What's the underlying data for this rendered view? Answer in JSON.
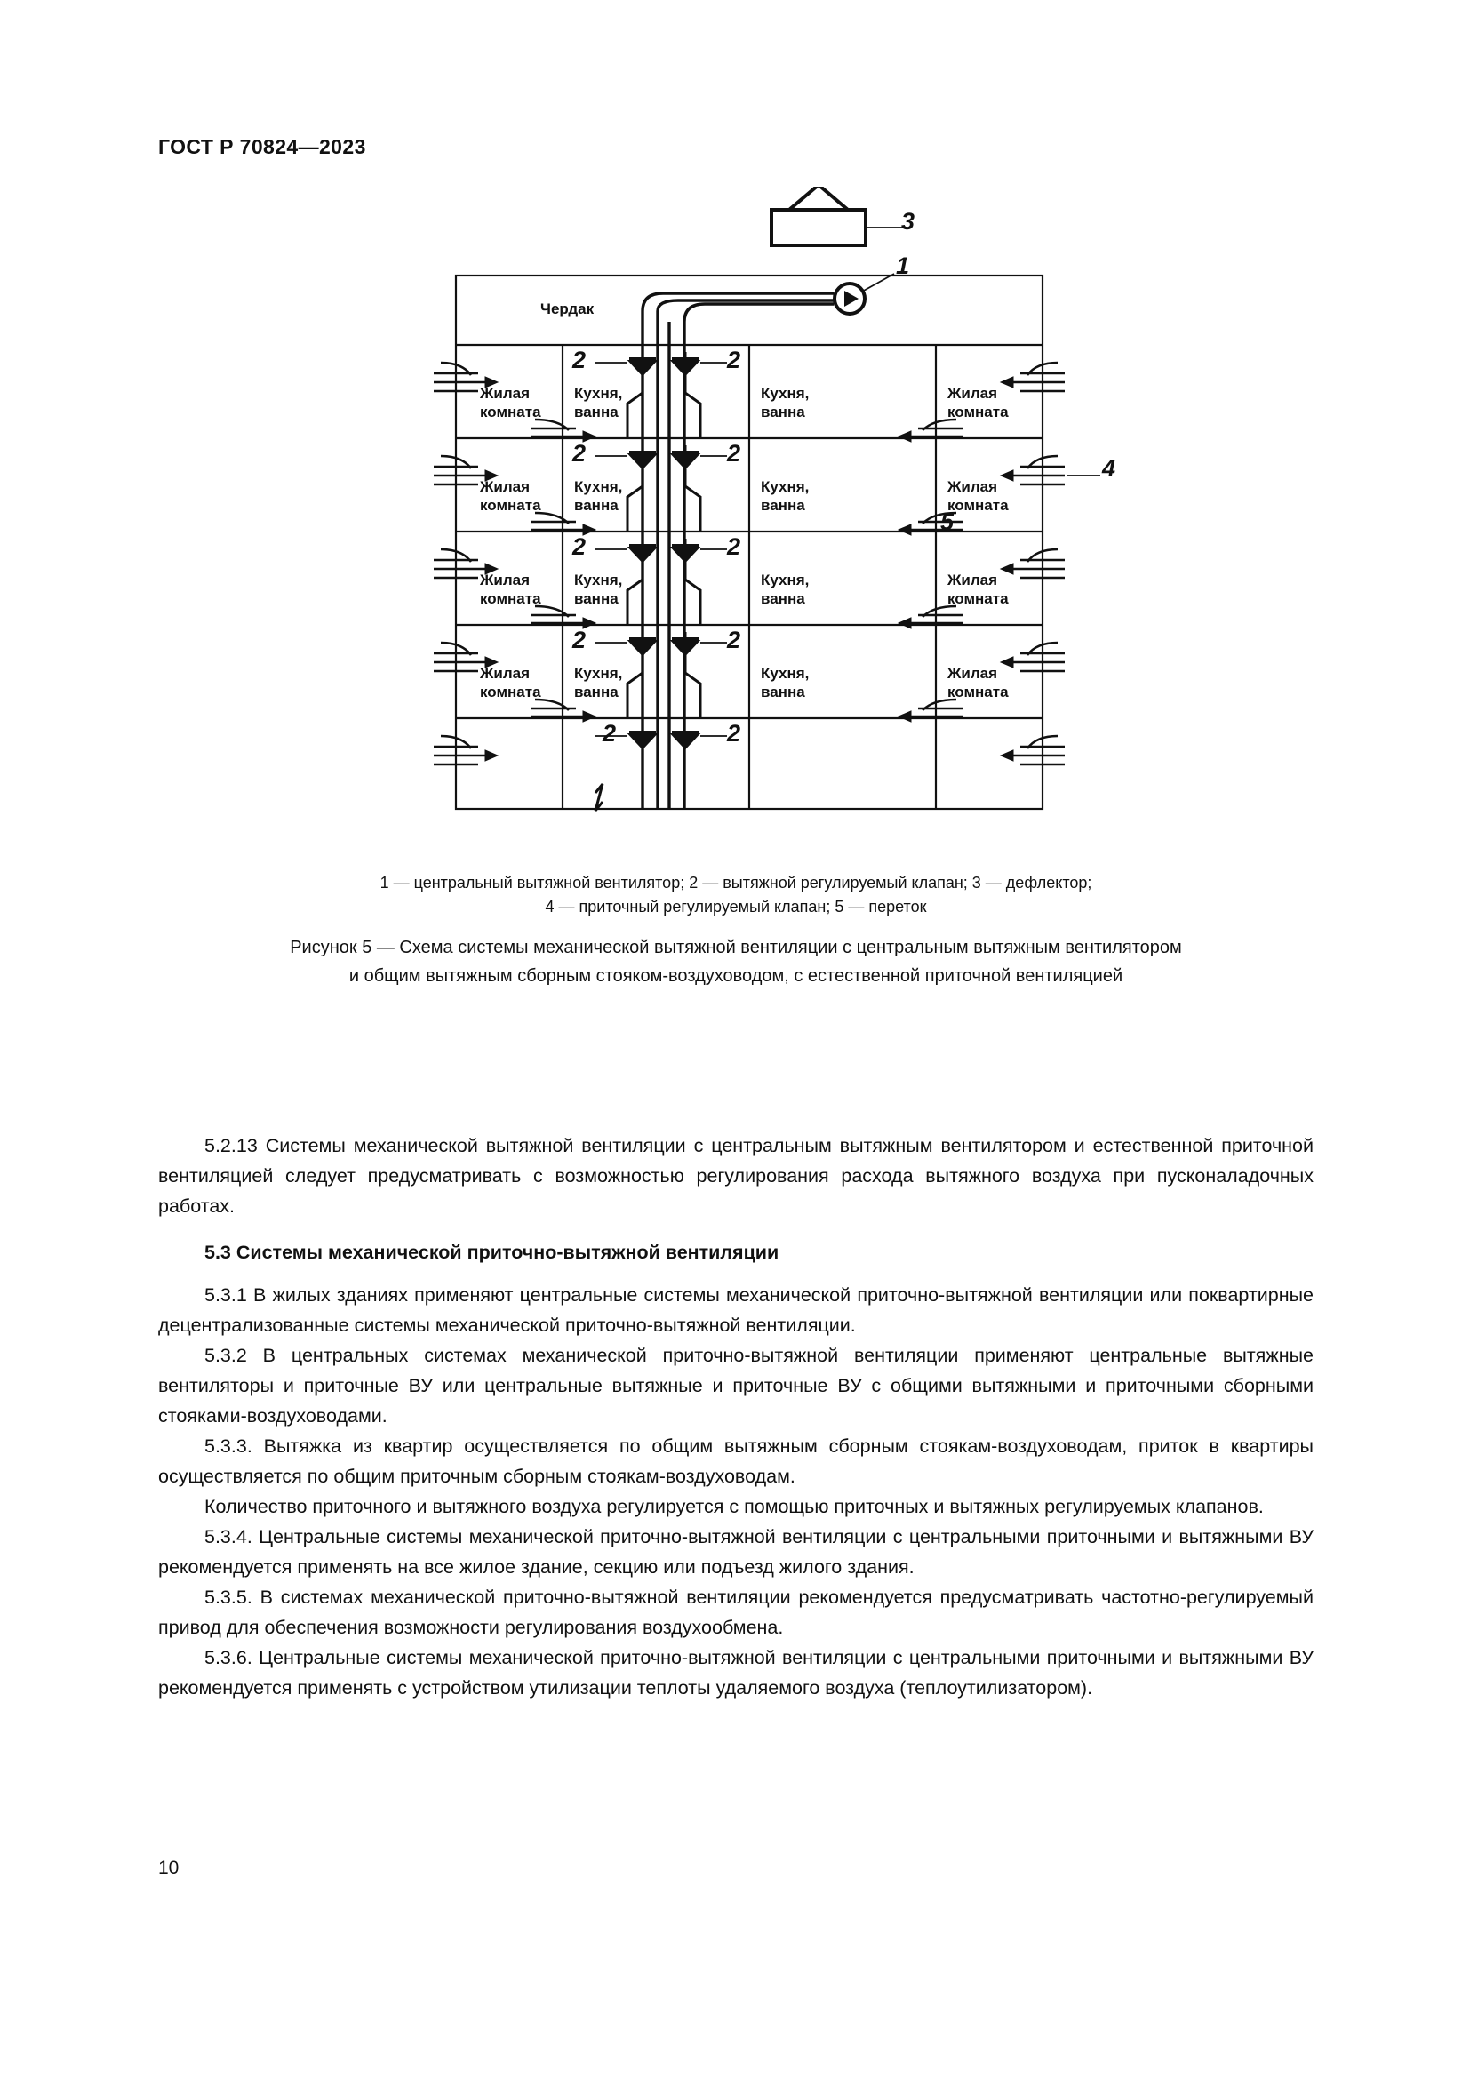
{
  "document": {
    "header": "ГОСТ Р 70824—2023",
    "page_number": "10"
  },
  "figure": {
    "attic_label": "Чердак",
    "room_living": "Жилая\nкомната",
    "room_kitchen": "Кухня,\nванна",
    "callouts": {
      "fan": "1",
      "valve": "2",
      "deflector": "3",
      "inlet_valve": "4",
      "overflow": "5"
    },
    "legend_line1": "1 — центральный вытяжной вентилятор; 2 — вытяжной регулируемый клапан; 3 — дефлектор;",
    "legend_line2": "4 — приточный регулируемый клапан; 5 — переток",
    "caption_line1": "Рисунок 5 — Схема системы механической вытяжной вентиляции с центральным вытяжным вентилятором",
    "caption_line2": "и  общим вытяжным сборным стояком-воздуховодом, с естественной приточной вентиляцией"
  },
  "body": {
    "p_5_2_13": "5.2.13 Системы механической вытяжной вентиляции с центральным вытяжным вентилятором и естественной приточной вентиляцией следует предусматривать с возможностью регулирования расхода вытяжного воздуха при пусконаладочных работах.",
    "heading_5_3": "5.3 Системы механической приточно-вытяжной вентиляции",
    "p_5_3_1": "5.3.1 В жилых зданиях применяют центральные системы механической приточно-вытяжной вентиляции или поквартирные децентрализованные системы механической приточно-вытяжной вентиляции.",
    "p_5_3_2": "5.3.2 В центральных системах механической приточно-вытяжной вентиляции применяют центральные вытяжные вентиляторы и приточные ВУ или центральные вытяжные и приточные ВУ с общими вытяжными и приточными сборными стояками-воздуховодами.",
    "p_5_3_3": "5.3.3. Вытяжка из квартир осуществляется по общим вытяжным сборным стоякам-воздуховодам, приток в квартиры осуществляется по общим приточным сборным стоякам-воздуховодам.",
    "p_5_3_3b": "Количество приточного и вытяжного воздуха регулируется с помощью приточных и вытяжных регулируемых клапанов.",
    "p_5_3_4": "5.3.4. Центральные системы механической приточно-вытяжной вентиляции с центральными приточными и вытяжными ВУ рекомендуется применять на все жилое здание, секцию или подъезд жилого здания.",
    "p_5_3_5": "5.3.5. В системах механической приточно-вытяжной вентиляции рекомендуется предусматривать частотно-регулируемый привод для обеспечения возможности регулирования воздухообмена.",
    "p_5_3_6": "5.3.6. Центральные системы механической приточно-вытяжной вентиляции с центральными приточными и вытяжными ВУ рекомендуется применять с устройством утилизации теплоты удаляемого воздуха (теплоутилизатором)."
  },
  "colors": {
    "ink": "#111111",
    "paper": "#ffffff"
  }
}
